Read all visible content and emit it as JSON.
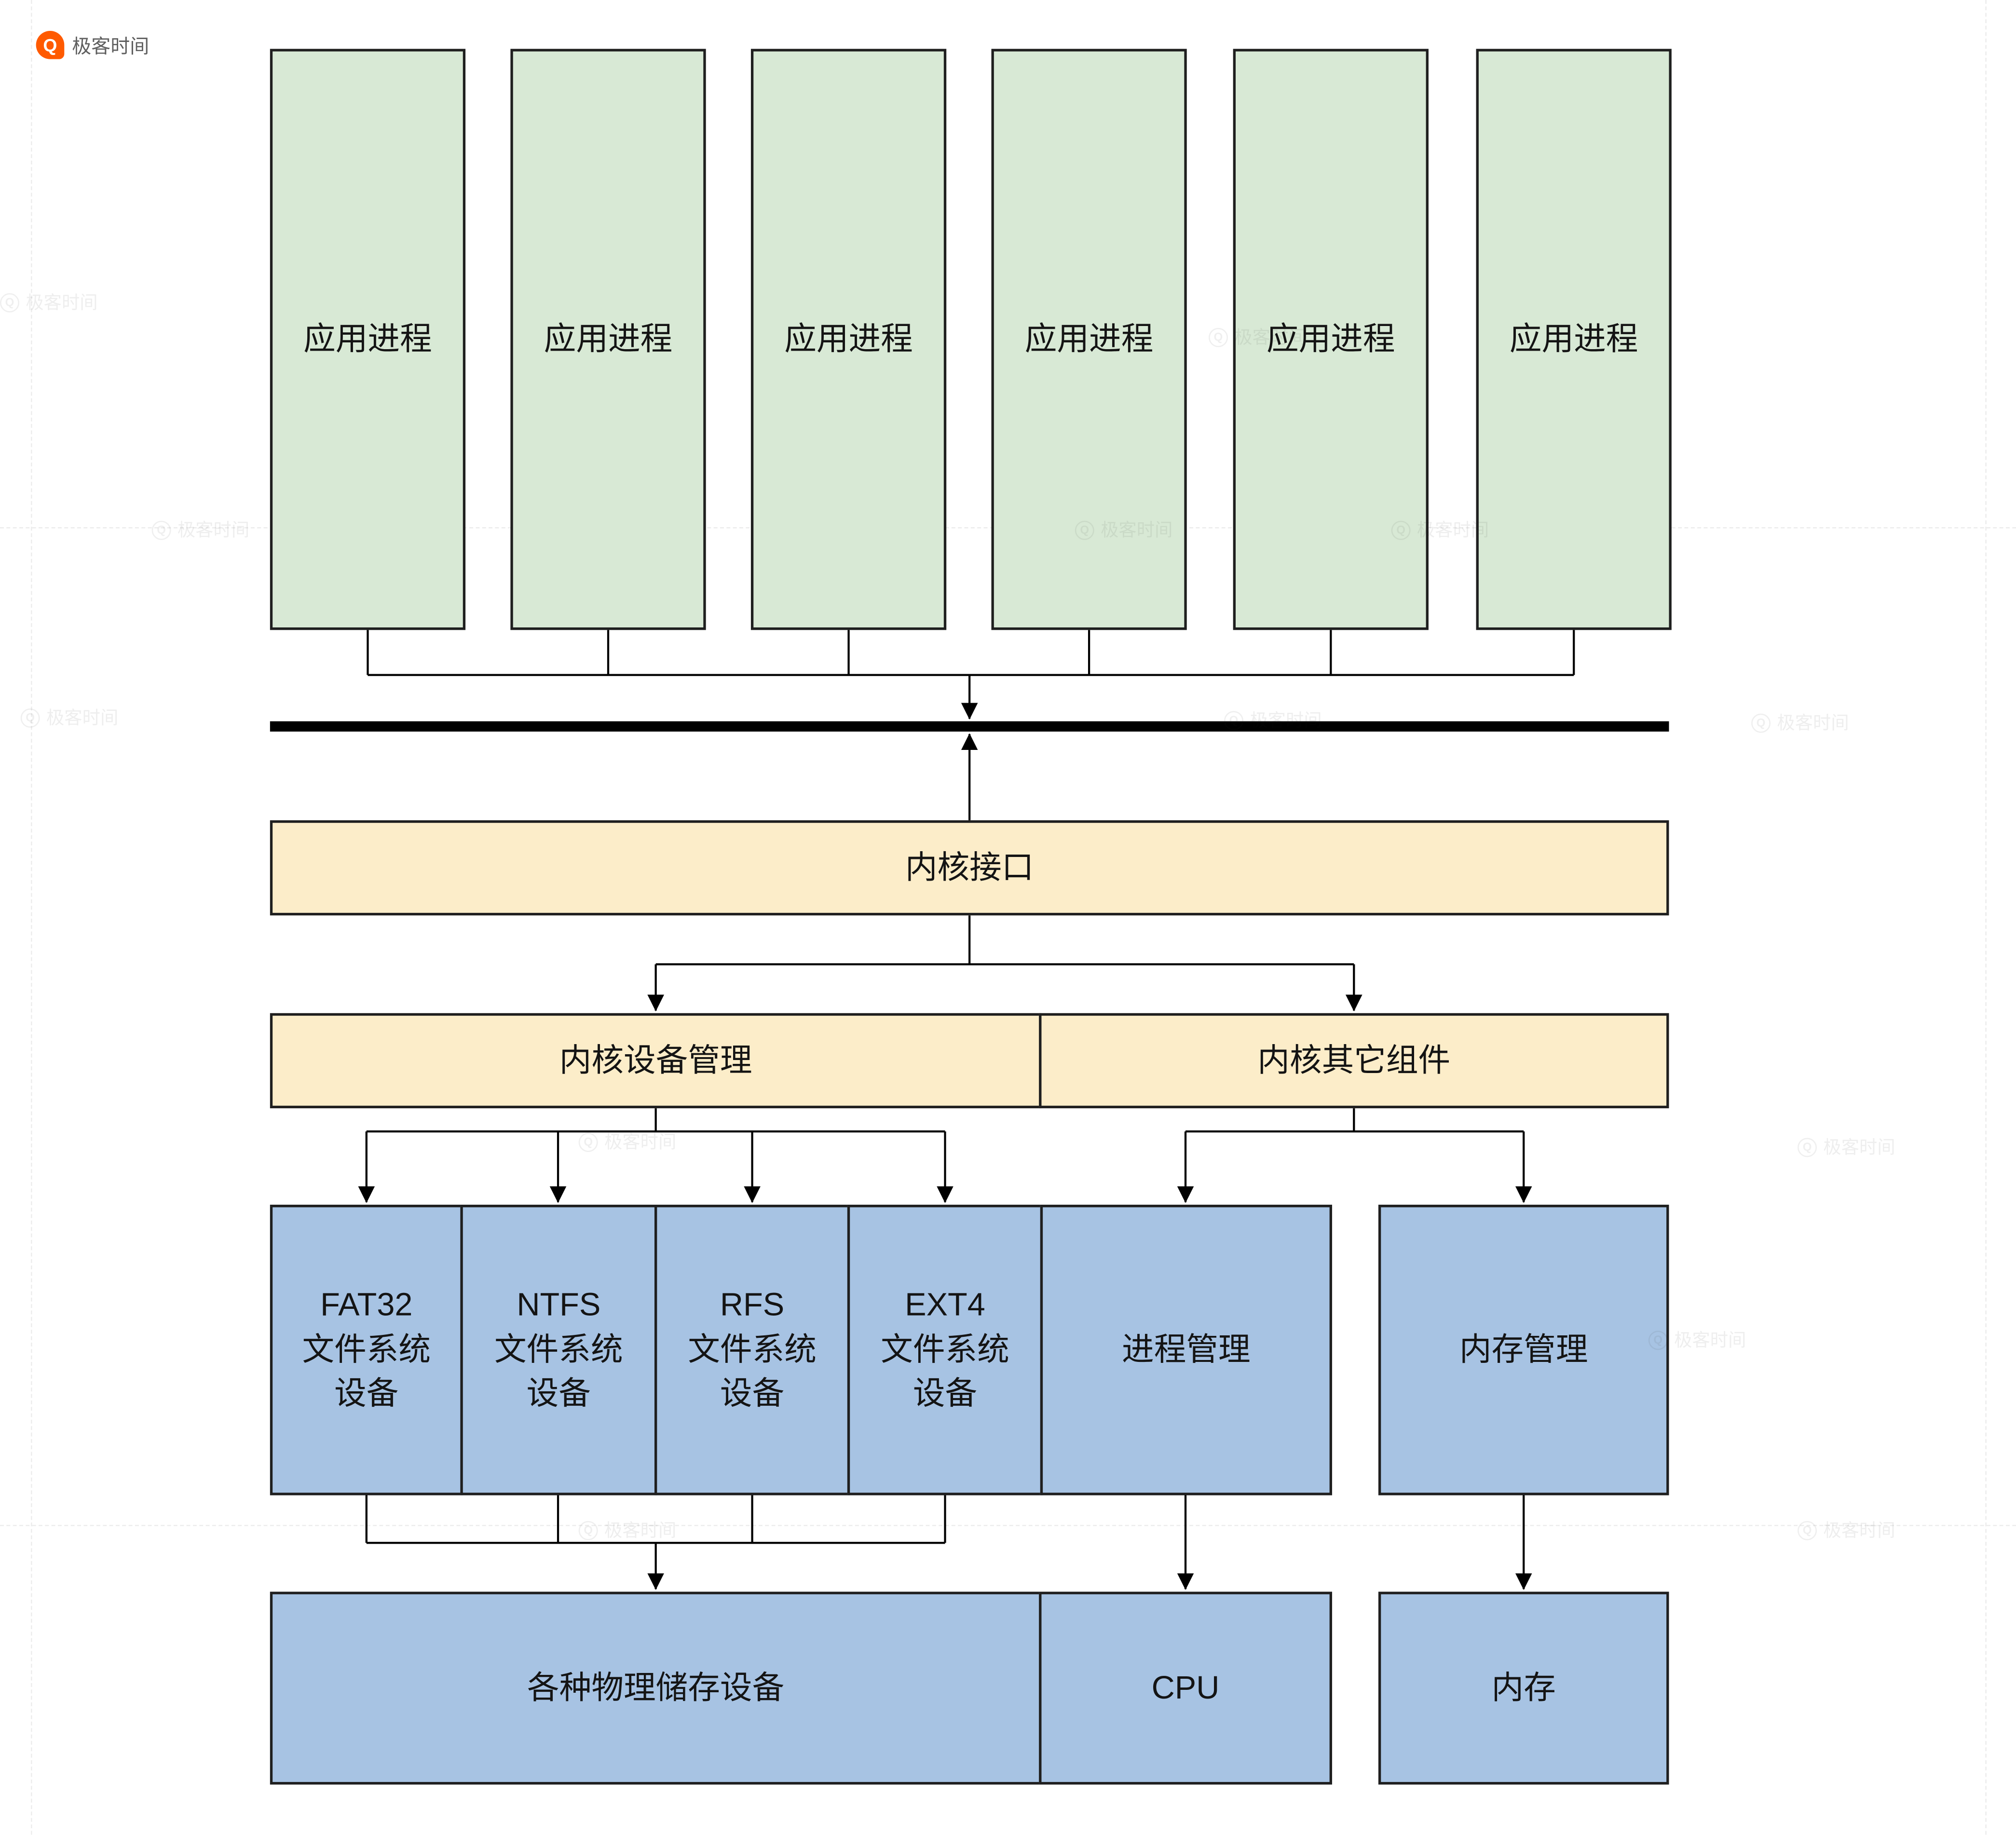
{
  "brand": {
    "name": "极客时间"
  },
  "nodes": {
    "app_processes": [
      "应用进程",
      "应用进程",
      "应用进程",
      "应用进程",
      "应用进程",
      "应用进程"
    ],
    "kernel_interface": "内核接口",
    "kernel_device_management": "内核设备管理",
    "kernel_other_components": "内核其它组件",
    "fs_fat32": "FAT32\n文件系统\n设备",
    "fs_ntfs": "NTFS\n文件系统\n设备",
    "fs_rfs": "RFS\n文件系统\n设备",
    "fs_ext4": "EXT4\n文件系统\n设备",
    "process_management": "进程管理",
    "memory_management": "内存管理",
    "physical_storage": "各种物理储存设备",
    "cpu": "CPU",
    "memory": "内存"
  },
  "colors": {
    "app_box_fill": "#d8e9d5",
    "kernel_box_fill": "#fcedc9",
    "device_box_fill": "#a7c3e3",
    "border": "#1f1f1f",
    "line": "#000000",
    "brand_orange": "#ff5a00"
  }
}
